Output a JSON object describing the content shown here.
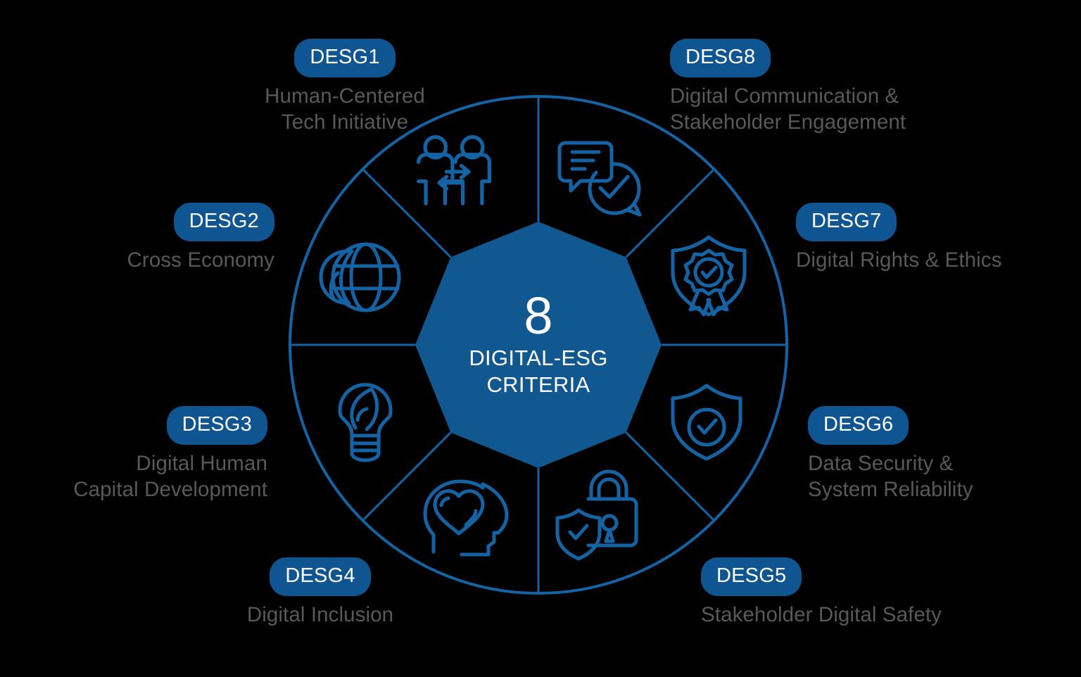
{
  "theme": {
    "background": "#000000",
    "brand_blue": "#1464a5",
    "pill_blue": "#0f5591",
    "octagon_blue": "#10588f",
    "caption_gray": "#58595b",
    "white": "#ffffff"
  },
  "center": {
    "number": "8",
    "line1": "DIGITAL-ESG",
    "line2": "CRITERIA"
  },
  "criteria": [
    {
      "id": "DESG1",
      "caption": "Human-Centered\nTech Initiative",
      "icon": "two-people-exchange-icon"
    },
    {
      "id": "DESG2",
      "caption": "Cross Economy",
      "icon": "globe-leaf-icon"
    },
    {
      "id": "DESG3",
      "caption": "Digital Human\nCapital Development",
      "icon": "lightbulb-leaf-icon"
    },
    {
      "id": "DESG4",
      "caption": "Digital Inclusion",
      "icon": "head-heart-icon"
    },
    {
      "id": "DESG5",
      "caption": "Stakeholder Digital Safety",
      "icon": "padlock-shield-check-icon"
    },
    {
      "id": "DESG6",
      "caption": "Data Security &\nSystem Reliability",
      "icon": "shield-check-icon"
    },
    {
      "id": "DESG7",
      "caption": "Digital Rights & Ethics",
      "icon": "shield-award-rosette-icon"
    },
    {
      "id": "DESG8",
      "caption": "Digital Communication &\nStakeholder Engagement",
      "icon": "chat-bubbles-check-icon"
    }
  ],
  "chart_data": {
    "type": "pie",
    "title": "8 DIGITAL-ESG CRITERIA",
    "categories": [
      "DESG1",
      "DESG2",
      "DESG3",
      "DESG4",
      "DESG5",
      "DESG6",
      "DESG7",
      "DESG8"
    ],
    "values": [
      12.5,
      12.5,
      12.5,
      12.5,
      12.5,
      12.5,
      12.5,
      12.5
    ],
    "labels": [
      "Human-Centered Tech Initiative",
      "Cross Economy",
      "Digital Human Capital Development",
      "Digital Inclusion",
      "Stakeholder Digital Safety",
      "Data Security & System Reliability",
      "Digital Rights & Ethics",
      "Digital Communication & Stakeholder Engagement"
    ],
    "xlabel": "",
    "ylabel": "",
    "legend": "outer labels",
    "grid": false
  }
}
